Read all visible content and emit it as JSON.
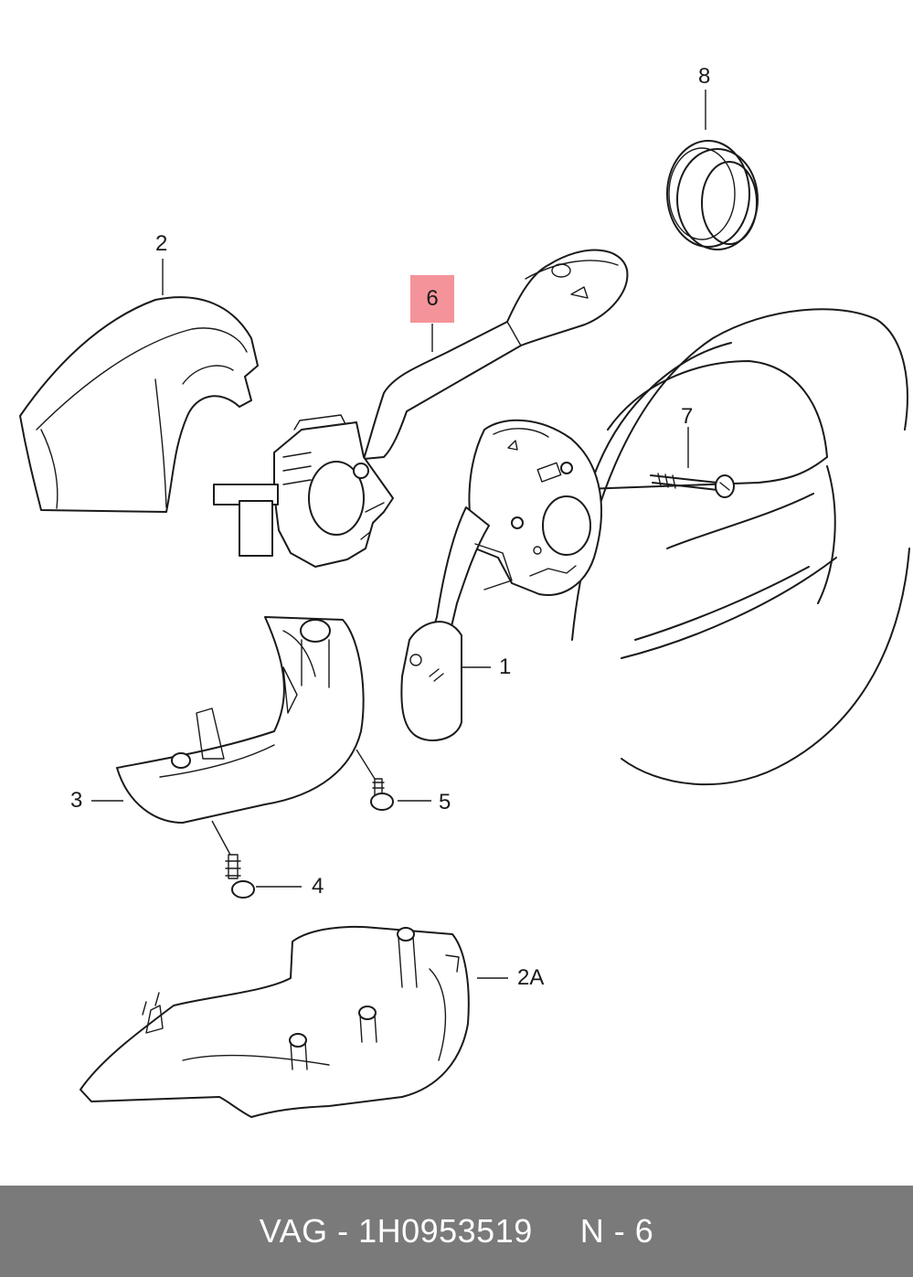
{
  "callouts": {
    "c1": "1",
    "c2": "2",
    "c2a": "2A",
    "c3": "3",
    "c4": "4",
    "c5": "5",
    "c6": "6",
    "c7": "7",
    "c8": "8"
  },
  "highlighted_callout": "6",
  "footer": {
    "part_number": "VAG - 1H0953519",
    "position": "N - 6"
  },
  "colors": {
    "highlight": "#f4939a",
    "footer_bg": "#7a7a7a",
    "footer_text": "#ffffff",
    "line": "#1a1a1a"
  }
}
